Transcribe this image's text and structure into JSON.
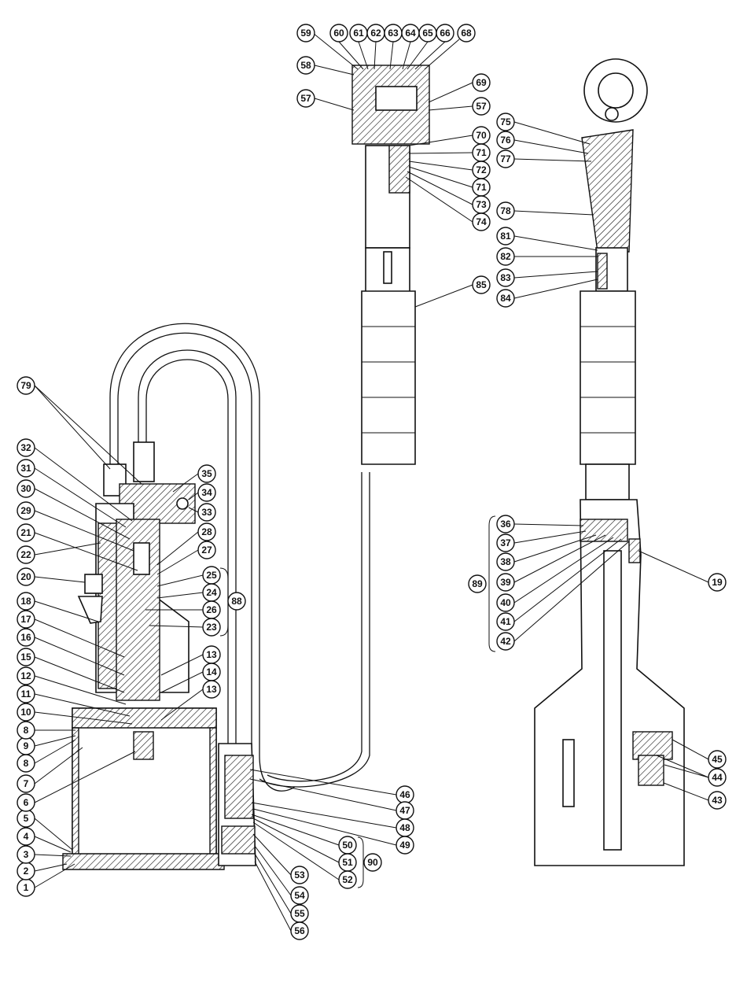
{
  "diagram": {
    "callouts": [
      {
        "id": "c1",
        "label": "1"
      },
      {
        "id": "c2",
        "label": "2"
      },
      {
        "id": "c3",
        "label": "3"
      },
      {
        "id": "c4",
        "label": "4"
      },
      {
        "id": "c5",
        "label": "5"
      },
      {
        "id": "c6",
        "label": "6"
      },
      {
        "id": "c7",
        "label": "7"
      },
      {
        "id": "c8a",
        "label": "8"
      },
      {
        "id": "c9",
        "label": "9"
      },
      {
        "id": "c8b",
        "label": "8"
      },
      {
        "id": "c10",
        "label": "10"
      },
      {
        "id": "c11",
        "label": "11"
      },
      {
        "id": "c12",
        "label": "12"
      },
      {
        "id": "c15",
        "label": "15"
      },
      {
        "id": "c16",
        "label": "16"
      },
      {
        "id": "c17",
        "label": "17"
      },
      {
        "id": "c18",
        "label": "18"
      },
      {
        "id": "c20",
        "label": "20"
      },
      {
        "id": "c22",
        "label": "22"
      },
      {
        "id": "c21",
        "label": "21"
      },
      {
        "id": "c29",
        "label": "29"
      },
      {
        "id": "c30",
        "label": "30"
      },
      {
        "id": "c31",
        "label": "31"
      },
      {
        "id": "c32",
        "label": "32"
      },
      {
        "id": "c79",
        "label": "79"
      },
      {
        "id": "c35",
        "label": "35"
      },
      {
        "id": "c34",
        "label": "34"
      },
      {
        "id": "c33",
        "label": "33"
      },
      {
        "id": "c28",
        "label": "28"
      },
      {
        "id": "c27",
        "label": "27"
      },
      {
        "id": "c25",
        "label": "25"
      },
      {
        "id": "c24",
        "label": "24"
      },
      {
        "id": "c26",
        "label": "26"
      },
      {
        "id": "c23",
        "label": "23"
      },
      {
        "id": "c88",
        "label": "88"
      },
      {
        "id": "c13a",
        "label": "13"
      },
      {
        "id": "c14",
        "label": "14"
      },
      {
        "id": "c13b",
        "label": "13"
      },
      {
        "id": "c46",
        "label": "46"
      },
      {
        "id": "c47",
        "label": "47"
      },
      {
        "id": "c48",
        "label": "48"
      },
      {
        "id": "c49",
        "label": "49"
      },
      {
        "id": "c50",
        "label": "50"
      },
      {
        "id": "c51",
        "label": "51"
      },
      {
        "id": "c52",
        "label": "52"
      },
      {
        "id": "c90",
        "label": "90"
      },
      {
        "id": "c53",
        "label": "53"
      },
      {
        "id": "c54",
        "label": "54"
      },
      {
        "id": "c55",
        "label": "55"
      },
      {
        "id": "c56",
        "label": "56"
      },
      {
        "id": "c59",
        "label": "59"
      },
      {
        "id": "c60",
        "label": "60"
      },
      {
        "id": "c61",
        "label": "61"
      },
      {
        "id": "c62",
        "label": "62"
      },
      {
        "id": "c63",
        "label": "63"
      },
      {
        "id": "c64",
        "label": "64"
      },
      {
        "id": "c65",
        "label": "65"
      },
      {
        "id": "c66",
        "label": "66"
      },
      {
        "id": "c68",
        "label": "68"
      },
      {
        "id": "c58",
        "label": "58"
      },
      {
        "id": "c69",
        "label": "69"
      },
      {
        "id": "c57a",
        "label": "57"
      },
      {
        "id": "c57b",
        "label": "57"
      },
      {
        "id": "c70",
        "label": "70"
      },
      {
        "id": "c71a",
        "label": "71"
      },
      {
        "id": "c72",
        "label": "72"
      },
      {
        "id": "c71b",
        "label": "71"
      },
      {
        "id": "c73",
        "label": "73"
      },
      {
        "id": "c74",
        "label": "74"
      },
      {
        "id": "c85",
        "label": "85"
      },
      {
        "id": "c75",
        "label": "75"
      },
      {
        "id": "c76",
        "label": "76"
      },
      {
        "id": "c77",
        "label": "77"
      },
      {
        "id": "c78",
        "label": "78"
      },
      {
        "id": "c81",
        "label": "81"
      },
      {
        "id": "c82",
        "label": "82"
      },
      {
        "id": "c83",
        "label": "83"
      },
      {
        "id": "c84",
        "label": "84"
      },
      {
        "id": "c36",
        "label": "36"
      },
      {
        "id": "c37",
        "label": "37"
      },
      {
        "id": "c38",
        "label": "38"
      },
      {
        "id": "c39",
        "label": "39"
      },
      {
        "id": "c40",
        "label": "40"
      },
      {
        "id": "c41",
        "label": "41"
      },
      {
        "id": "c42",
        "label": "42"
      },
      {
        "id": "c89",
        "label": "89"
      },
      {
        "id": "c19",
        "label": "19"
      },
      {
        "id": "c45",
        "label": "45"
      },
      {
        "id": "c44",
        "label": "44"
      },
      {
        "id": "c43",
        "label": "43"
      }
    ]
  }
}
